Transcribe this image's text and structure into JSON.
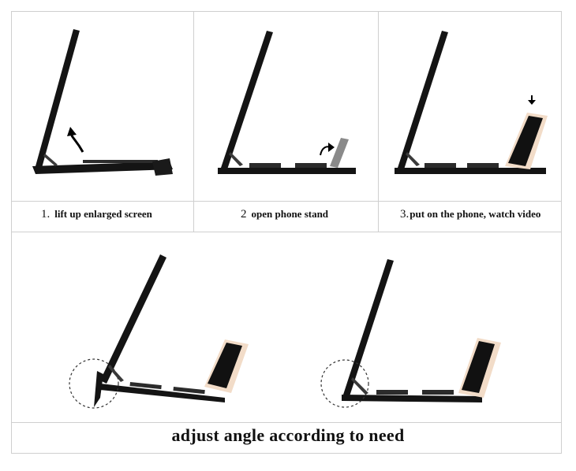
{
  "steps": [
    {
      "number": "1.",
      "text": "lift up enlarged screen"
    },
    {
      "number": "2",
      "text": "open phone stand"
    },
    {
      "number": "3.",
      "text": "put on the phone, watch video"
    }
  ],
  "footer": {
    "text": "adjust angle according to need"
  },
  "colors": {
    "stand": "#141414",
    "phone_body": "#f2dcc8",
    "grid": "#cfcfcf",
    "background": "#ffffff"
  }
}
